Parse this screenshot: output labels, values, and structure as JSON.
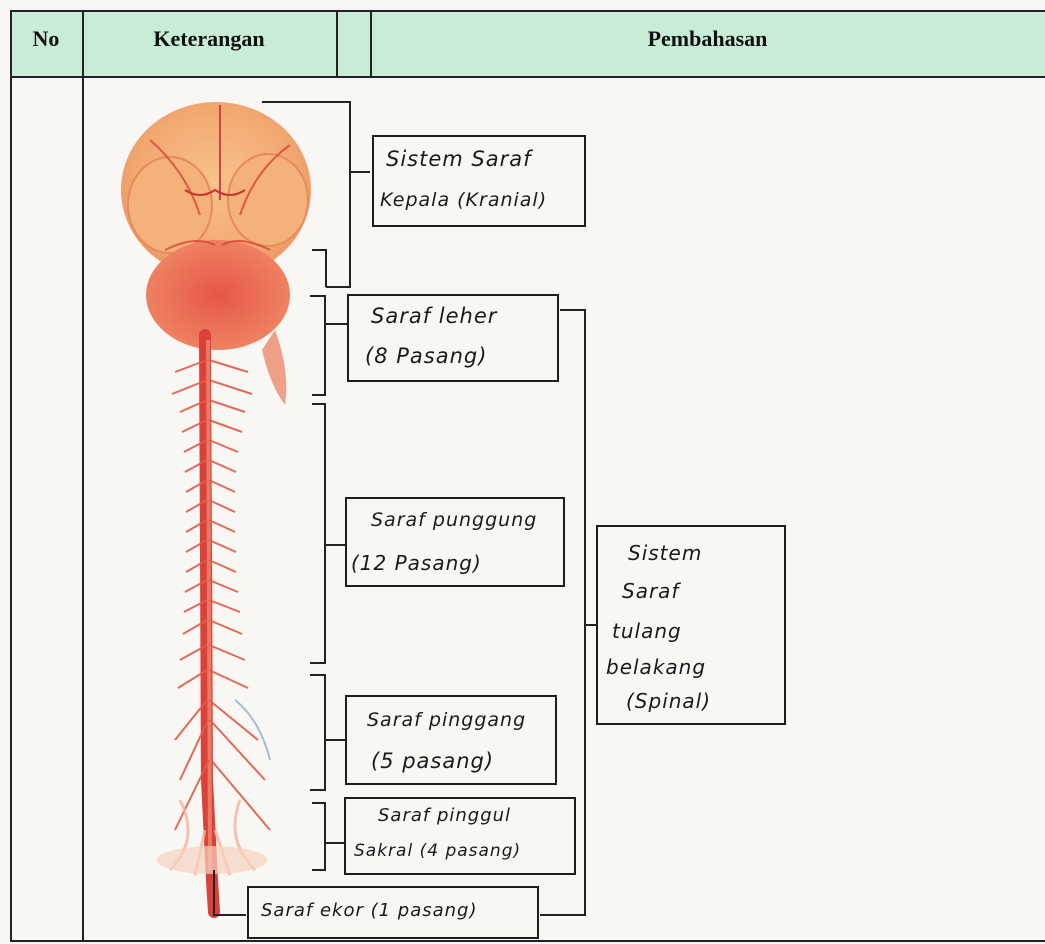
{
  "table": {
    "headers": {
      "no": "No",
      "keterangan": "Keterangan",
      "pembahasan": "Pembahasan"
    }
  },
  "labels": {
    "cranial": {
      "line1": "Sistem Saraf",
      "line2": "Kepala (Kranial)"
    },
    "cervical": {
      "line1": "Saraf leher",
      "line2": "(8 Pasang)"
    },
    "thoracic": {
      "line1": "Saraf punggung",
      "line2": "(12 Pasang)"
    },
    "lumbar": {
      "line1": "Saraf pinggang",
      "line2": "(5 pasang)"
    },
    "sacral": {
      "line1": "Saraf pinggul",
      "line2": "Sakral (4 pasang)"
    },
    "coccygeal": {
      "line1": "Saraf ekor (1 pasang)"
    },
    "spinal": {
      "line1": "Sistem",
      "line2": "Saraf",
      "line3": "tulang",
      "line4": "belakang",
      "line5": "(Spinal)"
    }
  },
  "colors": {
    "header_bg": "#c9ecd6",
    "brain": "#f2a870",
    "nerve": "#d9413a",
    "ink": "#1e1e1e"
  }
}
